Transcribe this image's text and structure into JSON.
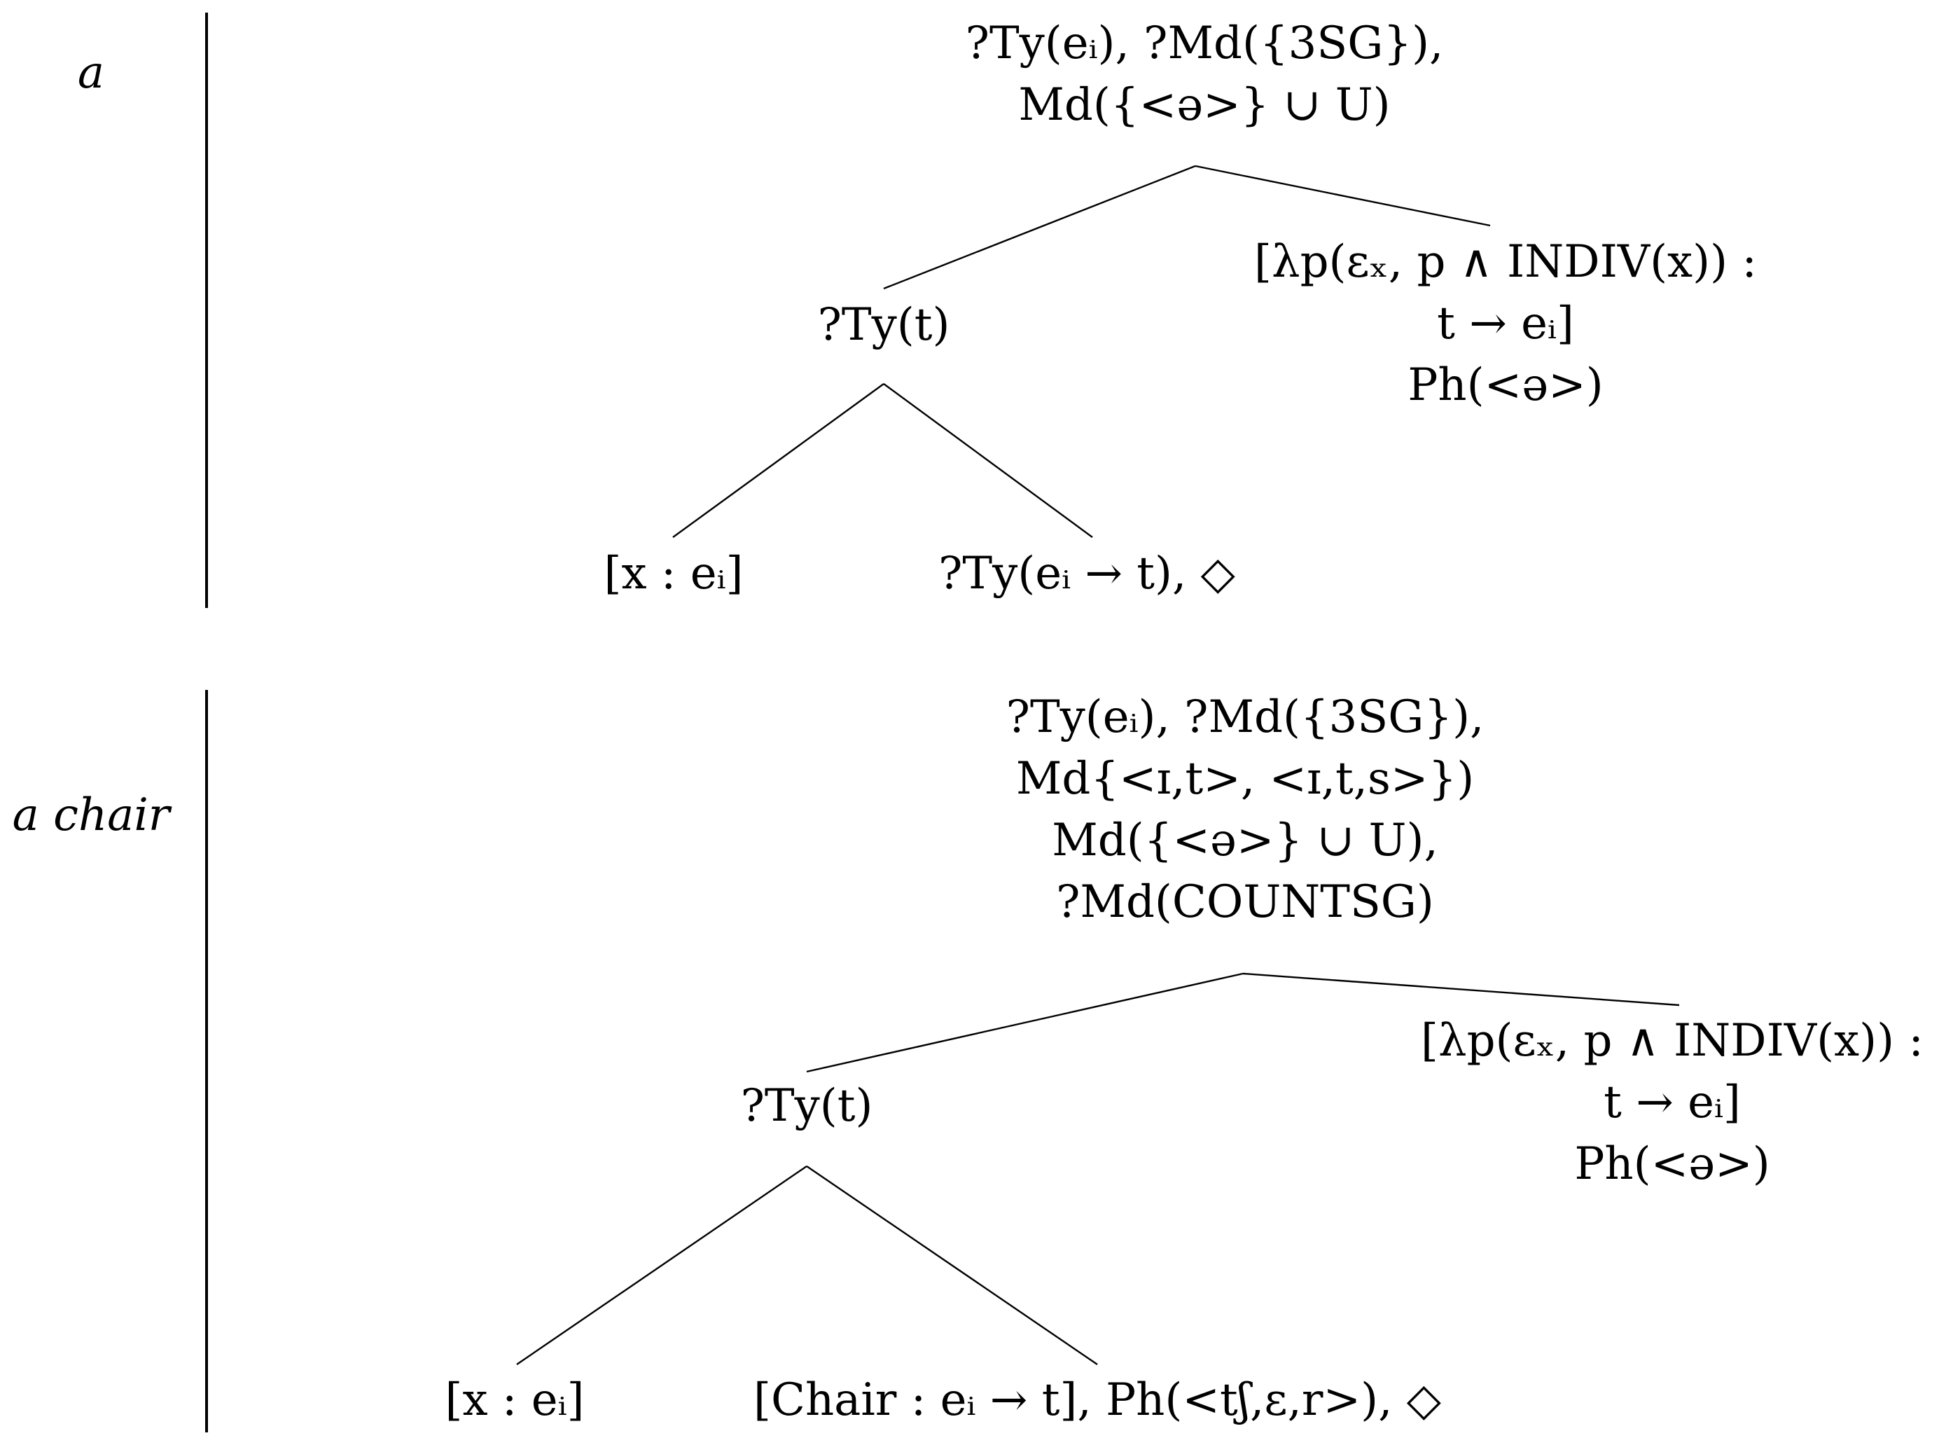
{
  "rows": [
    {
      "label": "a",
      "root": [
        "?Ty(eᵢ), ?Md({3SG}),",
        "Md({<ə>} ∪ U)"
      ],
      "det": [
        "[λp(εₓ, p ∧ INDIV(x)) :",
        "t → eᵢ]",
        "Ph(<ə>)"
      ],
      "mid": [
        "?Ty(t)"
      ],
      "leaf_left": [
        "[x : eᵢ]"
      ],
      "leaf_right": [
        "?Ty(eᵢ → t), ◇"
      ]
    },
    {
      "label": "a chair",
      "root": [
        "?Ty(eᵢ), ?Md({3SG}),",
        "Md{<ɪ,t>, <ɪ,t,s>})",
        "Md({<ə>} ∪ U),",
        "?Md(COUNTSG)"
      ],
      "det": [
        "[λp(εₓ, p ∧ INDIV(x)) :",
        "t → eᵢ]",
        "Ph(<ə>)"
      ],
      "mid": [
        "?Ty(t)"
      ],
      "leaf_left": [
        "[x : eᵢ]"
      ],
      "leaf_right": [
        "[Chair : eᵢ → t], Ph(<tʃ,ɛ,r>), ◇"
      ]
    }
  ]
}
